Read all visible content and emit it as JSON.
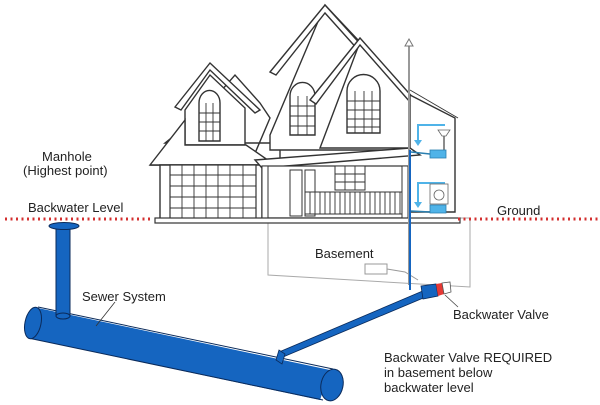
{
  "diagram": {
    "title": "Backwater valve sewer diagram",
    "labels": {
      "manhole": "Manhole",
      "manhole_sub": "(Highest point)",
      "backwater_level": "Backwater Level",
      "ground": "Ground",
      "basement": "Basement",
      "sewer_system": "Sewer System",
      "backwater_valve": "Backwater Valve",
      "note_line1": "Backwater Valve REQUIRED",
      "note_line2": "in basement below",
      "note_line3": "backwater level"
    },
    "colors": {
      "pipe_blue": "#1565c0",
      "pipe_outline": "#0a2a5a",
      "fixture_blue": "#4fb3e8",
      "dotted_red": "#d32f2f",
      "valve_red": "#e53935",
      "line_dark": "#333333"
    }
  }
}
